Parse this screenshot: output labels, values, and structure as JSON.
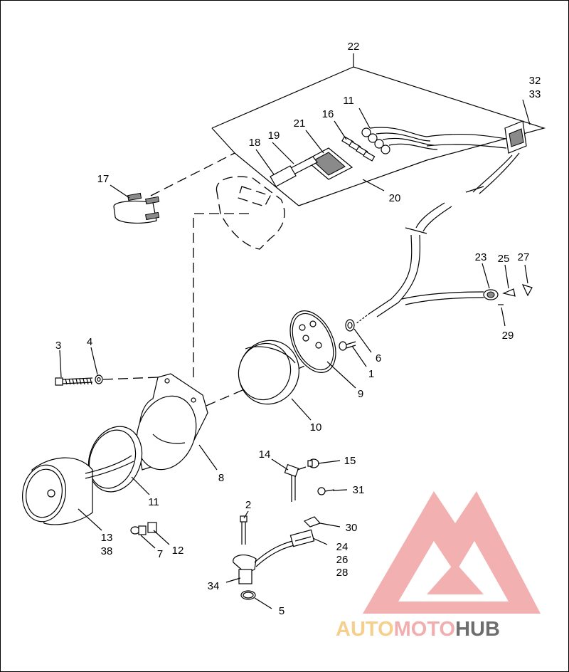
{
  "callouts": [
    {
      "id": "c22",
      "text": "22"
    },
    {
      "id": "c32",
      "text": "32"
    },
    {
      "id": "c33",
      "text": "33"
    },
    {
      "id": "c11a",
      "text": "11"
    },
    {
      "id": "c21",
      "text": "21"
    },
    {
      "id": "c16",
      "text": "16"
    },
    {
      "id": "c18",
      "text": "18"
    },
    {
      "id": "c19",
      "text": "19"
    },
    {
      "id": "c17",
      "text": "17"
    },
    {
      "id": "c20",
      "text": "20"
    },
    {
      "id": "c23",
      "text": "23"
    },
    {
      "id": "c25",
      "text": "25"
    },
    {
      "id": "c27",
      "text": "27"
    },
    {
      "id": "c29",
      "text": "29"
    },
    {
      "id": "c3",
      "text": "3"
    },
    {
      "id": "c4",
      "text": "4"
    },
    {
      "id": "c6",
      "text": "6"
    },
    {
      "id": "c1",
      "text": "1"
    },
    {
      "id": "c9",
      "text": "9"
    },
    {
      "id": "c10",
      "text": "10"
    },
    {
      "id": "c8",
      "text": "8"
    },
    {
      "id": "c11b",
      "text": "11"
    },
    {
      "id": "c13",
      "text": "13"
    },
    {
      "id": "c38",
      "text": "38"
    },
    {
      "id": "c14",
      "text": "14"
    },
    {
      "id": "c15",
      "text": "15"
    },
    {
      "id": "c31",
      "text": "31"
    },
    {
      "id": "c2",
      "text": "2"
    },
    {
      "id": "c30",
      "text": "30"
    },
    {
      "id": "c24",
      "text": "24"
    },
    {
      "id": "c26",
      "text": "26"
    },
    {
      "id": "c28",
      "text": "28"
    },
    {
      "id": "c7",
      "text": "7"
    },
    {
      "id": "c12",
      "text": "12"
    },
    {
      "id": "c34",
      "text": "34"
    },
    {
      "id": "c5",
      "text": "5"
    }
  ],
  "watermark": {
    "part1": "AUTO",
    "part2": "MOTO",
    "part3": "HUB",
    "color1": "#f6c77a",
    "color2": "#f0a0a0",
    "color3": "#555555"
  }
}
